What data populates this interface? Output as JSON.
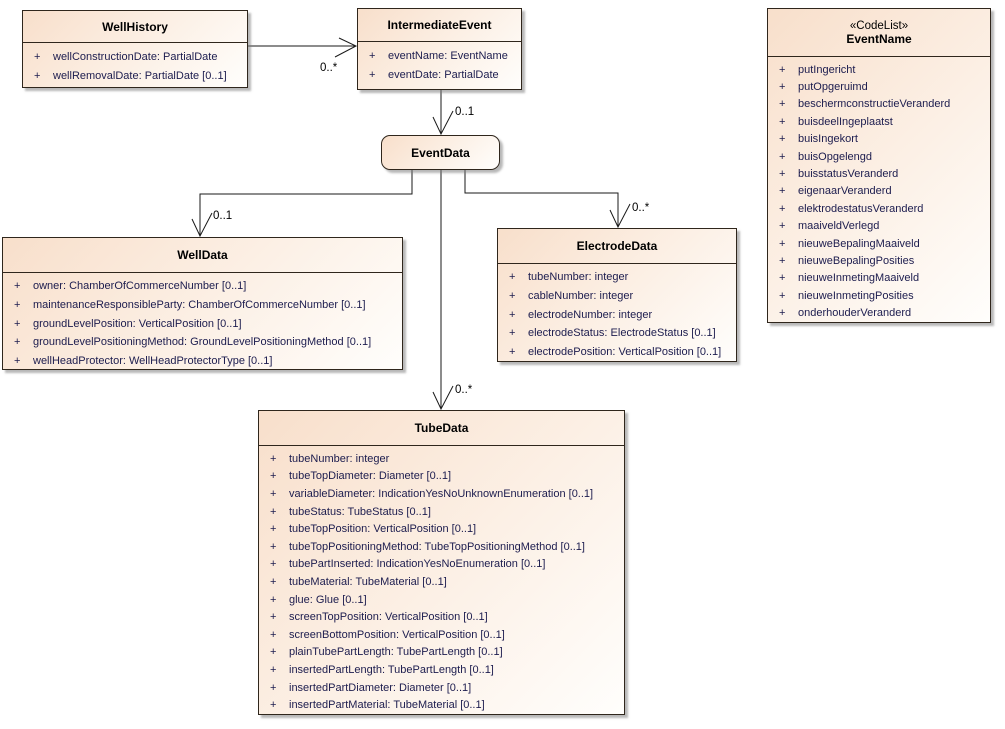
{
  "classes": {
    "wellHistory": {
      "name": "WellHistory",
      "attributes": [
        {
          "vis": "+",
          "text": "wellConstructionDate: PartialDate"
        },
        {
          "vis": "+",
          "text": "wellRemovalDate: PartialDate [0..1]"
        }
      ]
    },
    "intermediateEvent": {
      "name": "IntermediateEvent",
      "attributes": [
        {
          "vis": "+",
          "text": "eventName: EventName"
        },
        {
          "vis": "+",
          "text": "eventDate: PartialDate"
        }
      ]
    },
    "eventData": {
      "name": "EventData"
    },
    "wellData": {
      "name": "WellData",
      "attributes": [
        {
          "vis": "+",
          "text": "owner: ChamberOfCommerceNumber [0..1]"
        },
        {
          "vis": "+",
          "text": "maintenanceResponsibleParty: ChamberOfCommerceNumber [0..1]"
        },
        {
          "vis": "+",
          "text": "groundLevelPosition: VerticalPosition [0..1]"
        },
        {
          "vis": "+",
          "text": "groundLevelPositioningMethod: GroundLevelPositioningMethod [0..1]"
        },
        {
          "vis": "+",
          "text": "wellHeadProtector: WellHeadProtectorType [0..1]"
        }
      ]
    },
    "electrodeData": {
      "name": "ElectrodeData",
      "attributes": [
        {
          "vis": "+",
          "text": "tubeNumber: integer"
        },
        {
          "vis": "+",
          "text": "cableNumber: integer"
        },
        {
          "vis": "+",
          "text": "electrodeNumber: integer"
        },
        {
          "vis": "+",
          "text": "electrodeStatus: ElectrodeStatus [0..1]"
        },
        {
          "vis": "+",
          "text": "electrodePosition: VerticalPosition [0..1]"
        }
      ]
    },
    "tubeData": {
      "name": "TubeData",
      "attributes": [
        {
          "vis": "+",
          "text": "tubeNumber: integer"
        },
        {
          "vis": "+",
          "text": "tubeTopDiameter: Diameter [0..1]"
        },
        {
          "vis": "+",
          "text": "variableDiameter: IndicationYesNoUnknownEnumeration [0..1]"
        },
        {
          "vis": "+",
          "text": "tubeStatus: TubeStatus [0..1]"
        },
        {
          "vis": "+",
          "text": "tubeTopPosition: VerticalPosition [0..1]"
        },
        {
          "vis": "+",
          "text": "tubeTopPositioningMethod: TubeTopPositioningMethod [0..1]"
        },
        {
          "vis": "+",
          "text": "tubePartInserted: IndicationYesNoEnumeration [0..1]"
        },
        {
          "vis": "+",
          "text": "tubeMaterial: TubeMaterial [0..1]"
        },
        {
          "vis": "+",
          "text": "glue: Glue [0..1]"
        },
        {
          "vis": "+",
          "text": "screenTopPosition: VerticalPosition [0..1]"
        },
        {
          "vis": "+",
          "text": "screenBottomPosition: VerticalPosition [0..1]"
        },
        {
          "vis": "+",
          "text": "plainTubePartLength: TubePartLength [0..1]"
        },
        {
          "vis": "+",
          "text": "insertedPartLength: TubePartLength [0..1]"
        },
        {
          "vis": "+",
          "text": "insertedPartDiameter: Diameter [0..1]"
        },
        {
          "vis": "+",
          "text": "insertedPartMaterial: TubeMaterial [0..1]"
        }
      ]
    },
    "eventName": {
      "stereotype": "«CodeList»",
      "name": "EventName",
      "attributes": [
        {
          "vis": "+",
          "text": "putIngericht"
        },
        {
          "vis": "+",
          "text": "putOpgeruimd"
        },
        {
          "vis": "+",
          "text": "beschermconstructieVeranderd"
        },
        {
          "vis": "+",
          "text": "buisdeelIngeplaatst"
        },
        {
          "vis": "+",
          "text": "buisIngekort"
        },
        {
          "vis": "+",
          "text": "buisOpgelengd"
        },
        {
          "vis": "+",
          "text": "buisstatusVeranderd"
        },
        {
          "vis": "+",
          "text": "eigenaarVeranderd"
        },
        {
          "vis": "+",
          "text": "elektrodestatusVeranderd"
        },
        {
          "vis": "+",
          "text": "maaiveldVerlegd"
        },
        {
          "vis": "+",
          "text": "nieuweBepalingMaaiveld"
        },
        {
          "vis": "+",
          "text": "nieuweBepalingPosities"
        },
        {
          "vis": "+",
          "text": "nieuweInmetingMaaiveld"
        },
        {
          "vis": "+",
          "text": "nieuweInmetingPosities"
        },
        {
          "vis": "+",
          "text": "onderhouderVeranderd"
        }
      ]
    }
  },
  "multiplicities": {
    "wellHistory_to_intermediateEvent": "0..*",
    "intermediateEvent_to_eventData": "0..1",
    "eventData_to_wellData": "0..1",
    "eventData_to_tubeData": "0..*",
    "eventData_to_electrodeData": "0..*"
  },
  "colors": {
    "box_fill_top_left": "#f8dfcb",
    "box_fill_bottom_right": "#fffefc",
    "box_border": "#2f261c",
    "connector": "#1a1a1a",
    "attribute_text": "#1c1c4e",
    "title_text": "#000000"
  }
}
